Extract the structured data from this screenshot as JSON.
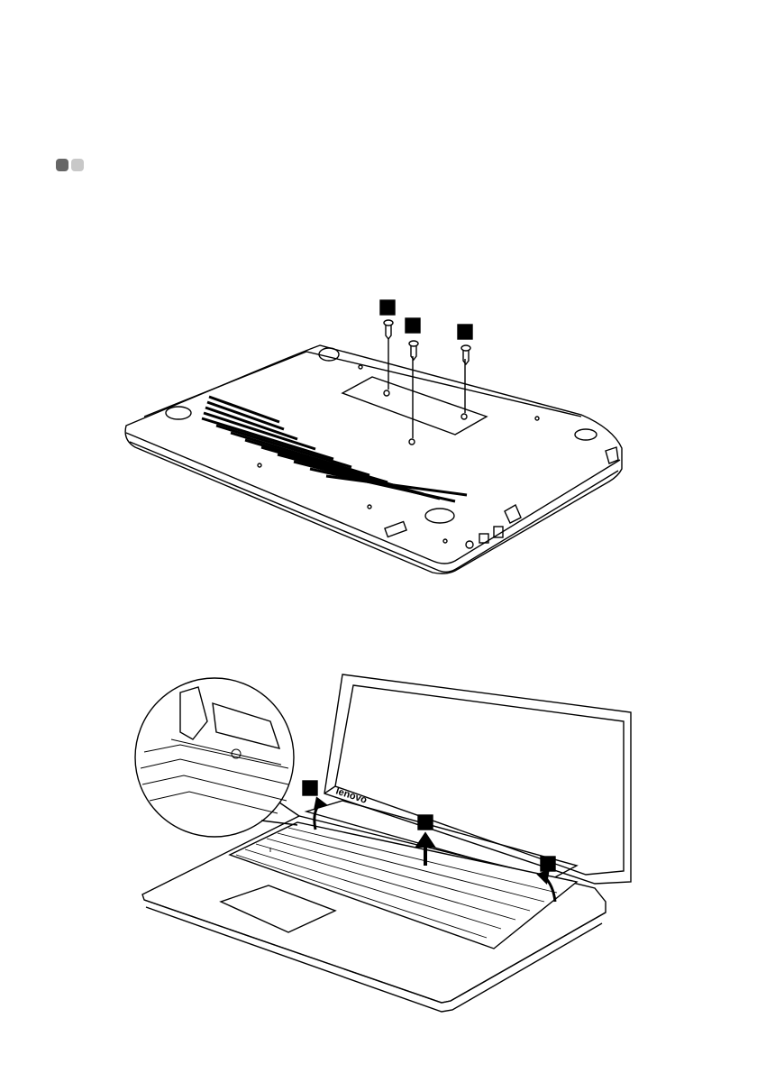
{
  "section_marker": {
    "icon": "section-bullet-icon",
    "colors": [
      "#666666",
      "#c8c8c8"
    ]
  },
  "figure1": {
    "icon": "laptop-bottom-screws-illustration"
  },
  "figure2": {
    "icon": "laptop-keyboard-removal-illustration",
    "logo_text": "lenovo"
  }
}
